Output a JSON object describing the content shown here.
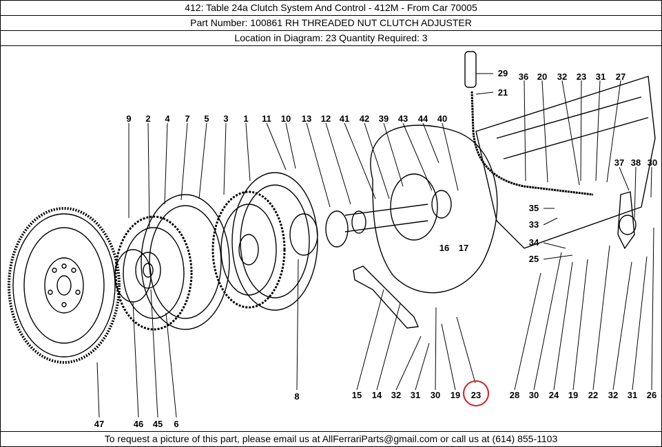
{
  "header": {
    "title": "412:   Table 24a Clutch System And Control - 412M - From Car 70005",
    "part_line": "Part Number: 100861   RH THREADED NUT CLUTCH ADJUSTER",
    "location_line": "Location in Diagram: 23   Quantity Required: 3"
  },
  "diagram": {
    "highlight_color": "#d42020",
    "highlighted_label": "23",
    "callouts": [
      {
        "id": "29",
        "t": "29"
      },
      {
        "id": "21",
        "t": "21"
      },
      {
        "id": "36",
        "t": "36"
      },
      {
        "id": "20",
        "t": "20"
      },
      {
        "id": "32a",
        "t": "32"
      },
      {
        "id": "23a",
        "t": "23"
      },
      {
        "id": "31a",
        "t": "31"
      },
      {
        "id": "27",
        "t": "27"
      },
      {
        "id": "9",
        "t": "9"
      },
      {
        "id": "2",
        "t": "2"
      },
      {
        "id": "4",
        "t": "4"
      },
      {
        "id": "7",
        "t": "7"
      },
      {
        "id": "5",
        "t": "5"
      },
      {
        "id": "3",
        "t": "3"
      },
      {
        "id": "1",
        "t": "1"
      },
      {
        "id": "11",
        "t": "11"
      },
      {
        "id": "10",
        "t": "10"
      },
      {
        "id": "13",
        "t": "13"
      },
      {
        "id": "12",
        "t": "12"
      },
      {
        "id": "41",
        "t": "41"
      },
      {
        "id": "42",
        "t": "42"
      },
      {
        "id": "39",
        "t": "39"
      },
      {
        "id": "43",
        "t": "43"
      },
      {
        "id": "44",
        "t": "44"
      },
      {
        "id": "40",
        "t": "40"
      },
      {
        "id": "37",
        "t": "37"
      },
      {
        "id": "38",
        "t": "38"
      },
      {
        "id": "30a",
        "t": "30"
      },
      {
        "id": "35",
        "t": "35"
      },
      {
        "id": "33",
        "t": "33"
      },
      {
        "id": "34",
        "t": "34"
      },
      {
        "id": "25",
        "t": "25"
      },
      {
        "id": "16",
        "t": "16"
      },
      {
        "id": "17",
        "t": "17"
      },
      {
        "id": "15",
        "t": "15"
      },
      {
        "id": "14",
        "t": "14"
      },
      {
        "id": "32b",
        "t": "32"
      },
      {
        "id": "31b",
        "t": "31"
      },
      {
        "id": "30b",
        "t": "30"
      },
      {
        "id": "19a",
        "t": "19"
      },
      {
        "id": "23b",
        "t": "23"
      },
      {
        "id": "28",
        "t": "28"
      },
      {
        "id": "30c",
        "t": "30"
      },
      {
        "id": "24",
        "t": "24"
      },
      {
        "id": "19b",
        "t": "19"
      },
      {
        "id": "22",
        "t": "22"
      },
      {
        "id": "32c",
        "t": "32"
      },
      {
        "id": "31c",
        "t": "31"
      },
      {
        "id": "26",
        "t": "26"
      },
      {
        "id": "8",
        "t": "8"
      },
      {
        "id": "47",
        "t": "47"
      },
      {
        "id": "46",
        "t": "46"
      },
      {
        "id": "45",
        "t": "45"
      },
      {
        "id": "6",
        "t": "6"
      }
    ]
  },
  "footer": {
    "text": "To request a picture of this part, please email us at AllFerrariParts@gmail.com or call us at (614) 855-1103"
  }
}
